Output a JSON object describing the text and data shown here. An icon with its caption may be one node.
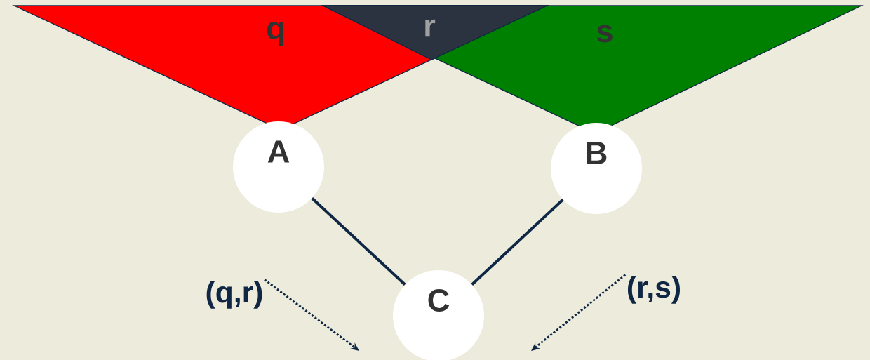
{
  "diagram": {
    "nodes": [
      {
        "text": [
          "q"
        ]
      },
      {
        "text": [
          "r"
        ]
      },
      {
        "text": [
          "s"
        ]
      },
      {
        "text": [
          "A"
        ]
      },
      {
        "text": [
          "B"
        ]
      },
      {
        "text": [
          "C"
        ]
      },
      {
        "text": [
          "(q,r)"
        ]
      },
      {
        "text": [
          "(r,s)"
        ]
      }
    ],
    "edges": [
      {
        "from": 3,
        "to": 5,
        "arrow": "none"
      },
      {
        "from": 4,
        "to": 5,
        "arrow": "none"
      },
      {
        "from": 6,
        "to": null,
        "arrow": "to",
        "style": "dashed"
      },
      {
        "from": 7,
        "to": null,
        "arrow": "to",
        "style": "dashed"
      }
    ]
  }
}
